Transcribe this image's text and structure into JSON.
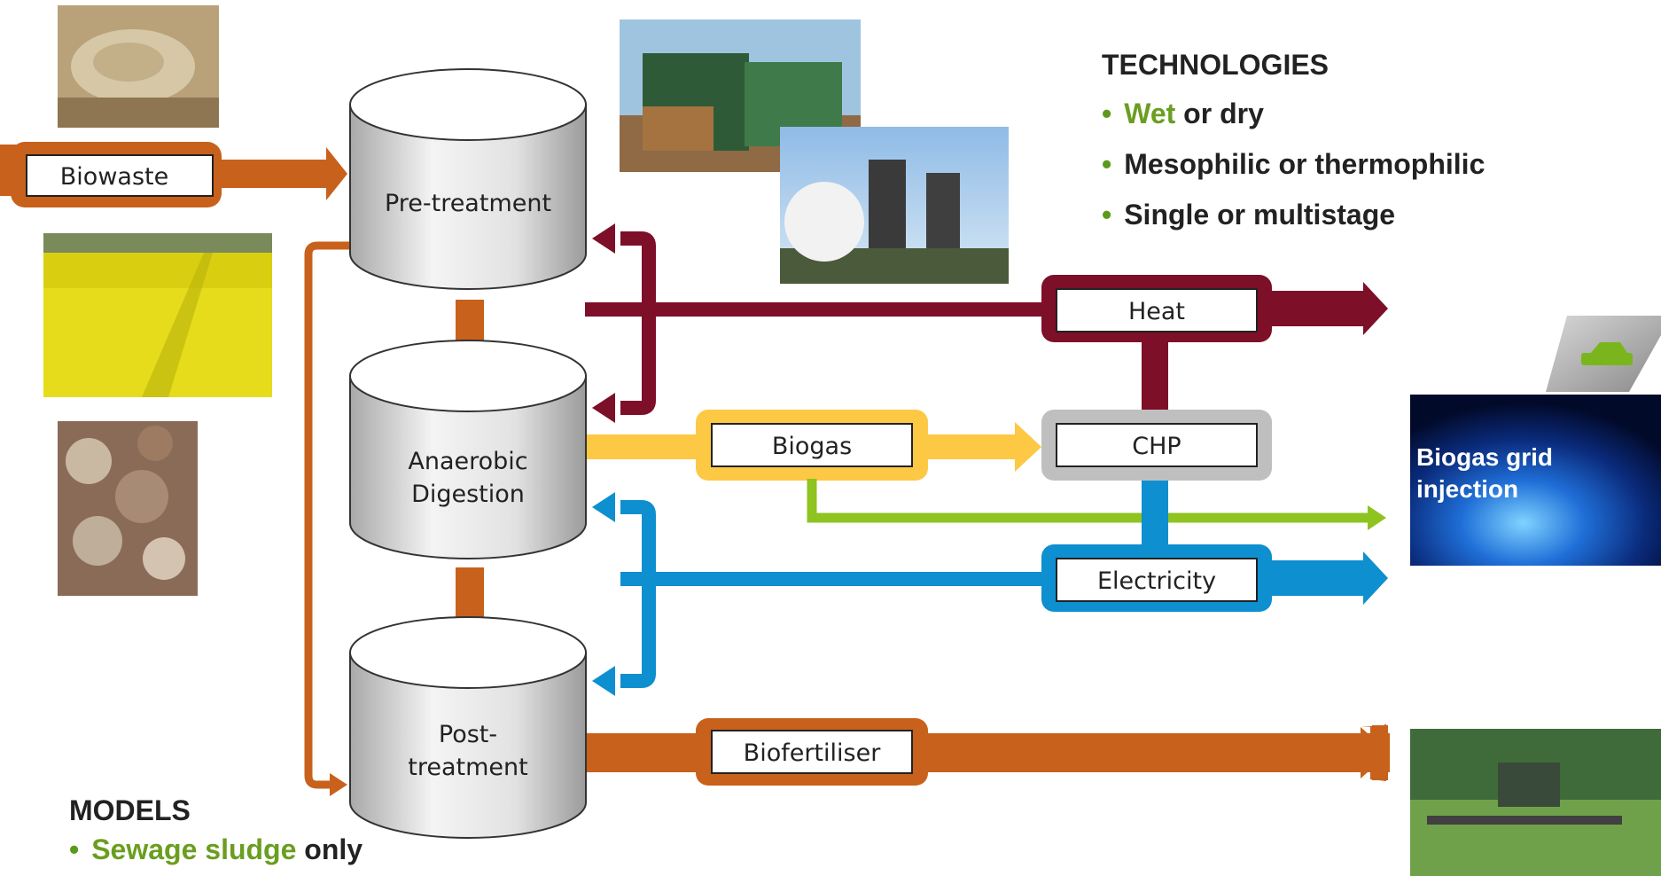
{
  "inputs": [
    "Biowaste"
  ],
  "process_steps": [
    "Pre-treatment",
    "Anaerobic",
    "Digestion",
    "Post-",
    "treatment"
  ],
  "intermediates": {
    "biogas": "Biogas",
    "chp": "CHP"
  },
  "outputs": {
    "heat": "Heat",
    "electricity": "Electricity",
    "biofertiliser": "Biofertiliser",
    "grid_injection_line1": "Biogas grid",
    "grid_injection_line2": "injection"
  },
  "technologies": {
    "heading": "TECHNOLOGIES",
    "items": [
      {
        "highlight": "Wet",
        "rest": " or dry"
      },
      {
        "highlight": "",
        "rest": "Mesophilic or thermophilic"
      },
      {
        "highlight": "",
        "rest": "Single or multistage"
      }
    ]
  },
  "models": {
    "heading": "MODELS",
    "items": [
      {
        "highlight": "Sewage sludge",
        "rest": " only"
      }
    ]
  },
  "colors": {
    "orange": "#c8611b",
    "darkred": "#7d0f29",
    "yellow": "#fdc844",
    "blue": "#0e8fcf",
    "green": "#8fc31f",
    "grey": "#bfbfbf"
  },
  "photos": [
    "biowaste-photo",
    "rapeseed-field-photo",
    "food-waste-photo",
    "digester-building-photo",
    "biogas-tanks-photo",
    "car-icon",
    "gas-flame-photo",
    "tractor-spreader-photo"
  ]
}
